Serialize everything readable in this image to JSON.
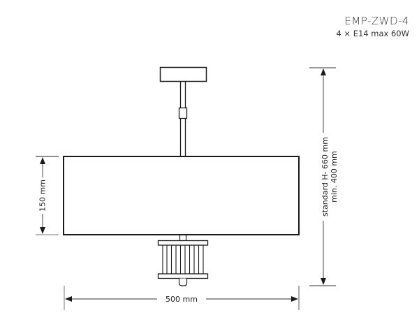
{
  "product": {
    "model_code": "EMP-ZWD-4",
    "spec": "4 × E14 max 60W"
  },
  "dimensions": {
    "shade_height_label": "150 mm",
    "width_label": "500 mm",
    "overall_height_label_line1": "standard H- 660 mm",
    "overall_height_label_line2": "min. 400 mm"
  },
  "colors": {
    "line": "#1a1a1a",
    "extension_line": "#555555",
    "background": "#ffffff"
  }
}
